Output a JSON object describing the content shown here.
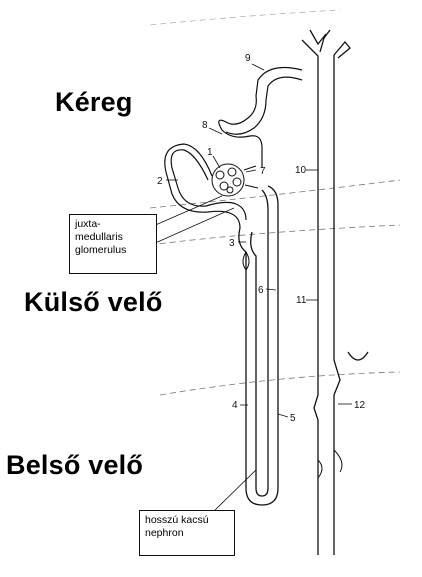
{
  "regions": {
    "cortex": "Kéreg",
    "outer_medulla": "Külső velő",
    "inner_medulla": "Belső velő"
  },
  "boxes": {
    "juxta": [
      "juxta-",
      "medullaris",
      "glomerulus"
    ],
    "long_loop": [
      "hosszú kacsú",
      "nephron"
    ]
  },
  "numbers": [
    "1",
    "2",
    "3",
    "4",
    "5",
    "6",
    "7",
    "8",
    "9",
    "10",
    "11",
    "12"
  ],
  "colors": {
    "line": "#111111",
    "boundary": "#555555"
  }
}
